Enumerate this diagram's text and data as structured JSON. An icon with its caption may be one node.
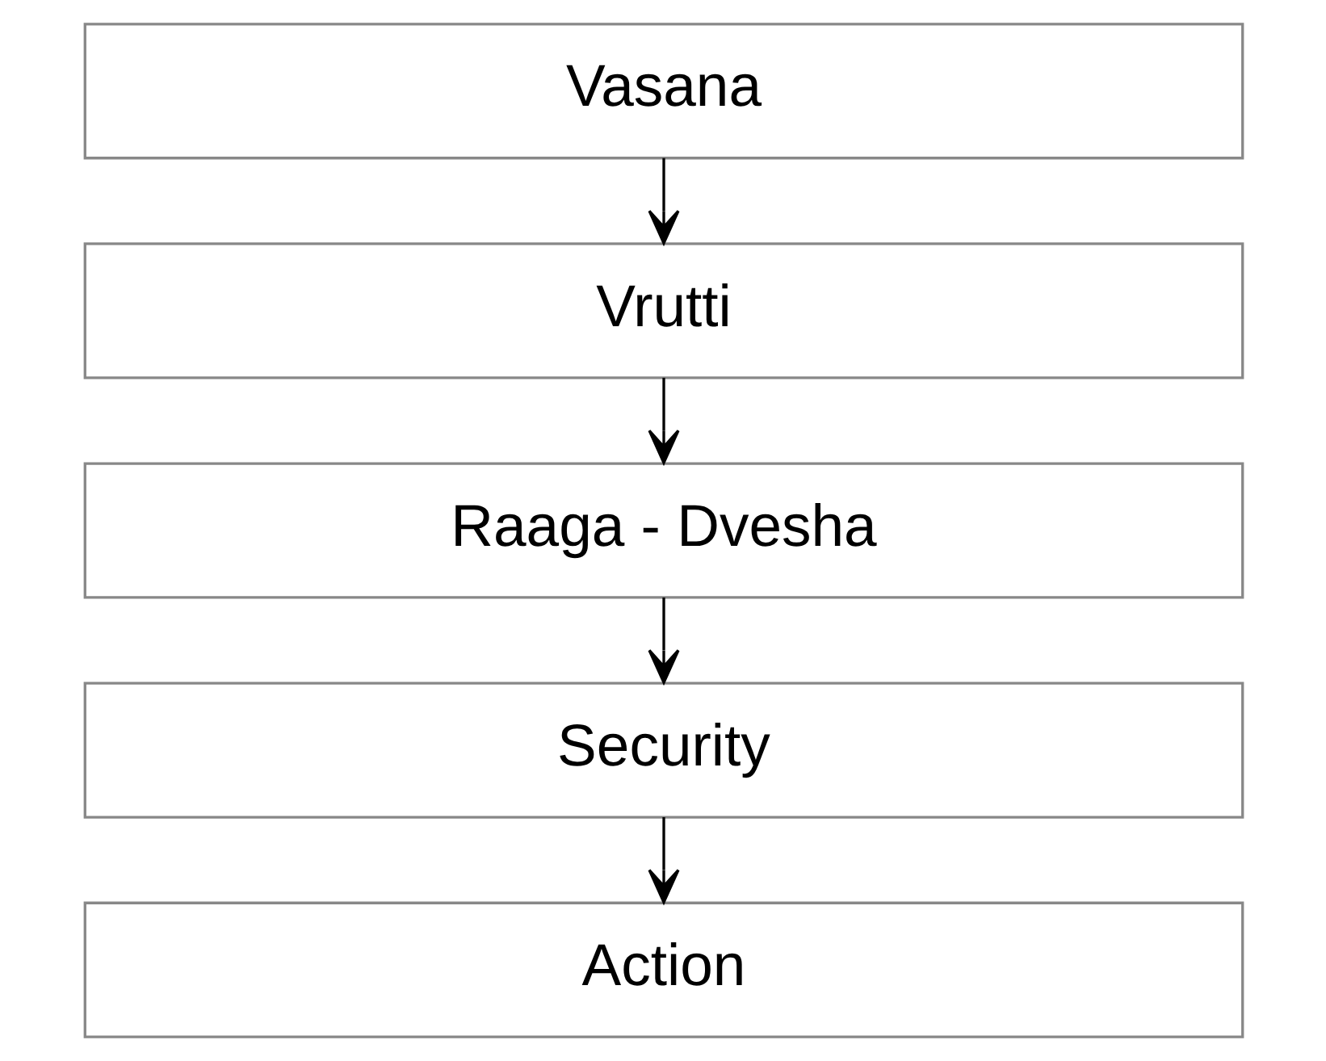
{
  "diagram": {
    "nodes": [
      {
        "text": [
          "Vasana"
        ]
      },
      {
        "text": [
          "Vrutti"
        ]
      },
      {
        "text": [
          "Raaga - Dvesha"
        ]
      },
      {
        "text": [
          "Security"
        ]
      },
      {
        "text": [
          "Action"
        ]
      }
    ],
    "edges": [
      {
        "from": 0,
        "to": 1,
        "arrow": "to"
      },
      {
        "from": 1,
        "to": 2,
        "arrow": "to"
      },
      {
        "from": 2,
        "to": 3,
        "arrow": "to"
      },
      {
        "from": 3,
        "to": 4,
        "arrow": "to"
      }
    ]
  }
}
